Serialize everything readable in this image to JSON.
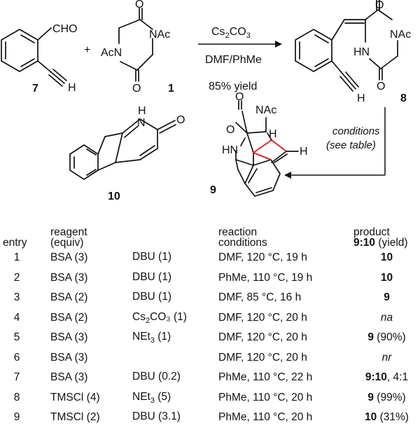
{
  "scheme": {
    "compound_7": {
      "number": "7",
      "substituent": "CHO",
      "alkyne_end": "H"
    },
    "plus_sign": "+",
    "compound_1": {
      "number": "1",
      "acyl_top": "NAc",
      "acyl_bottom": "AcN",
      "oxo_top": "O",
      "oxo_bottom": "O"
    },
    "arrow_1": {
      "reagent_main": "Cs",
      "reagent_sub": "2",
      "reagent_tail": "CO",
      "reagent_sub2": "3",
      "solvent": "DMF/PhMe",
      "yield": "85% yield"
    },
    "compound_8": {
      "number": "8",
      "acyl": "NAc",
      "nh": "HN",
      "oxo_top": "O",
      "oxo_bottom": "O",
      "alkyne_end": "H"
    },
    "arrow_2": {
      "line1": "conditions",
      "line2": "(see table)"
    },
    "compound_9": {
      "number": "9",
      "acyl": "NAc",
      "nh": "HN",
      "oxo1": "O",
      "oxo2": "O",
      "h_bridge": "H",
      "h_vinyl": "H"
    },
    "compound_10": {
      "number": "10",
      "nh": "H",
      "n": "N",
      "oxo": "O"
    }
  },
  "table": {
    "headers": {
      "entry": "entry",
      "reagent_line1": "reagent",
      "reagent_line2": "(equiv)",
      "conditions_line1": "reaction",
      "conditions_line2": "conditions",
      "product_line1": "product",
      "product_line2_bold": "9:10",
      "product_line2_rest": " (yield)"
    },
    "rows": [
      {
        "entry": "1",
        "reagent": "BSA (3)",
        "base": "DBU (1)",
        "base_sub": "",
        "base_tail": "",
        "conditions": "DMF, 120 °C, 19 h",
        "product_bold": "10",
        "product_rest": "",
        "product_italic": ""
      },
      {
        "entry": "2",
        "reagent": "BSA (3)",
        "base": "DBU (1)",
        "base_sub": "",
        "base_tail": "",
        "conditions": "PhMe, 110 °C, 19 h",
        "product_bold": "10",
        "product_rest": "",
        "product_italic": ""
      },
      {
        "entry": "3",
        "reagent": "BSA (2)",
        "base": "DBU (1)",
        "base_sub": "",
        "base_tail": "",
        "conditions": "DMF, 85 °C, 16 h",
        "product_bold": "9",
        "product_rest": "",
        "product_italic": ""
      },
      {
        "entry": "4",
        "reagent": "BSA (2)",
        "base": "Cs",
        "base_sub": "2",
        "base_tail": "CO₃ (1)",
        "conditions": "DMF, 120 °C, 20 h",
        "product_bold": "",
        "product_rest": "",
        "product_italic": "na"
      },
      {
        "entry": "5",
        "reagent": "BSA (3)",
        "base": "NEt",
        "base_sub": "3",
        "base_tail": " (1)",
        "conditions": "DMF, 120 °C, 20 h",
        "product_bold": "9",
        "product_rest": " (90%)",
        "product_italic": ""
      },
      {
        "entry": "6",
        "reagent": "BSA (3)",
        "base": "",
        "base_sub": "",
        "base_tail": "",
        "conditions": "DMF, 120 °C, 20 h",
        "product_bold": "",
        "product_rest": "",
        "product_italic": "nr"
      },
      {
        "entry": "7",
        "reagent": "BSA (3)",
        "base": "DBU (0.2)",
        "base_sub": "",
        "base_tail": "",
        "conditions": "PhMe, 110 °C, 22 h",
        "product_bold": "9:10",
        "product_rest": ", 4:1",
        "product_italic": ""
      },
      {
        "entry": "8",
        "reagent": "TMSCl (4)",
        "base": "NEt",
        "base_sub": "3",
        "base_tail": " (5)",
        "conditions": "PhMe, 110 °C, 20 h",
        "product_bold": "9",
        "product_rest": " (99%)",
        "product_italic": ""
      },
      {
        "entry": "9",
        "reagent": "TMSCl (2)",
        "base": "DBU (3.1)",
        "base_sub": "",
        "base_tail": "",
        "conditions": "PhMe, 110 °C, 20 h",
        "product_bold": "10",
        "product_rest": " (31%)",
        "product_italic": ""
      }
    ]
  }
}
